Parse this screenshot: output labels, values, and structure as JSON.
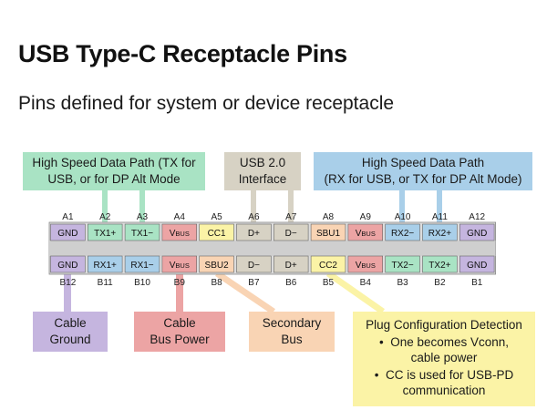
{
  "title": "USB Type-C Receptacle Pins",
  "subtitle": "Pins defined for system or device receptacle",
  "groups": {
    "hs_tx": {
      "lines": [
        "High Speed Data Path (TX for",
        "USB, or for DP Alt Mode"
      ],
      "color": "#a9e3c4"
    },
    "usb2": {
      "lines": [
        "USB 2.0",
        "Interface"
      ],
      "color": "#d7d2c4"
    },
    "hs_rx": {
      "lines": [
        "High Speed Data Path",
        "(RX for USB, or TX for DP Alt Mode)"
      ],
      "color": "#a9cfe9"
    },
    "cable_ground": {
      "lines": [
        "Cable",
        "Ground"
      ],
      "color": "#c5b5df"
    },
    "cable_power": {
      "lines": [
        "Cable",
        "Bus Power"
      ],
      "color": "#eca4a4"
    },
    "secondary": {
      "lines": [
        "Secondary",
        "Bus"
      ],
      "color": "#f9d4b4"
    },
    "plug": {
      "heading": "Plug Configuration Detection",
      "bullet1": [
        "One becomes Vconn,",
        "cable power"
      ],
      "bullet2": [
        "CC is used for USB-PD",
        "communication"
      ],
      "color": "#fbf3a6"
    }
  },
  "row_a": {
    "labels": [
      "A1",
      "A2",
      "A3",
      "A4",
      "A5",
      "A6",
      "A7",
      "A8",
      "A9",
      "A10",
      "A11",
      "A12"
    ],
    "pins": [
      {
        "name": "GND",
        "type": "gnd"
      },
      {
        "name": "TX1+",
        "type": "hs_tx"
      },
      {
        "name": "TX1−",
        "type": "hs_tx"
      },
      {
        "name": "V",
        "sub": "BUS",
        "type": "vbus"
      },
      {
        "name": "CC1",
        "type": "cc"
      },
      {
        "name": "D+",
        "type": "usb2"
      },
      {
        "name": "D−",
        "type": "usb2"
      },
      {
        "name": "SBU1",
        "type": "sbu"
      },
      {
        "name": "V",
        "sub": "BUS",
        "type": "vbus"
      },
      {
        "name": "RX2−",
        "type": "hs_rx"
      },
      {
        "name": "RX2+",
        "type": "hs_rx"
      },
      {
        "name": "GND",
        "type": "gnd"
      }
    ]
  },
  "row_b": {
    "labels": [
      "B12",
      "B11",
      "B10",
      "B9",
      "B8",
      "B7",
      "B6",
      "B5",
      "B4",
      "B3",
      "B2",
      "B1"
    ],
    "pins": [
      {
        "name": "GND",
        "type": "gnd"
      },
      {
        "name": "RX1+",
        "type": "hs_rx"
      },
      {
        "name": "RX1−",
        "type": "hs_rx"
      },
      {
        "name": "V",
        "sub": "BUS",
        "type": "vbus"
      },
      {
        "name": "SBU2",
        "type": "sbu"
      },
      {
        "name": "D−",
        "type": "usb2"
      },
      {
        "name": "D+",
        "type": "usb2"
      },
      {
        "name": "CC2",
        "type": "cc"
      },
      {
        "name": "V",
        "sub": "BUS",
        "type": "vbus"
      },
      {
        "name": "TX2−",
        "type": "hs_tx"
      },
      {
        "name": "TX2+",
        "type": "hs_tx"
      },
      {
        "name": "GND",
        "type": "gnd"
      }
    ]
  },
  "colors": {
    "gnd": "#c5b5df",
    "hs_tx": "#a9e3c4",
    "hs_rx": "#a9cfe9",
    "vbus": "#eca4a4",
    "cc": "#fbf3a6",
    "usb2": "#d7d2c4",
    "sbu": "#f9d4b4",
    "tongue": "#dcdcdc",
    "border": "#555555"
  }
}
